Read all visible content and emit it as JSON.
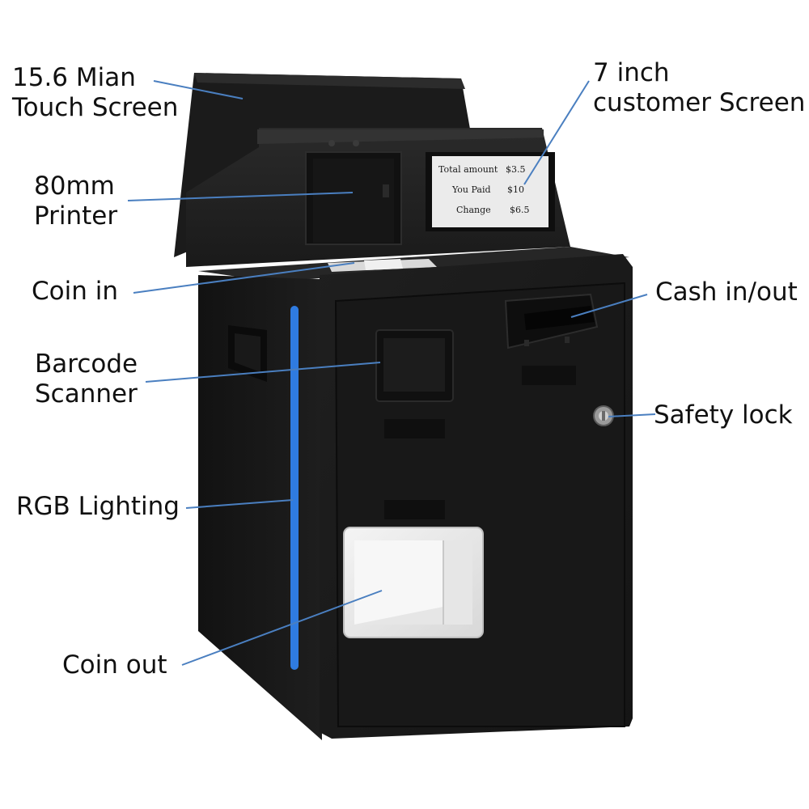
{
  "labels": {
    "main_screen": [
      "15.6 Mian",
      "Touch Screen"
    ],
    "customer_screen": [
      "7 inch",
      "customer Screen"
    ],
    "printer": [
      "80mm",
      "Printer"
    ],
    "coin_in": "Coin in",
    "cash_in_out": "Cash in/out",
    "barcode_scanner": [
      "Barcode",
      "Scanner"
    ],
    "safety_lock": "Safety lock",
    "rgb_lighting": "RGB Lighting",
    "coin_out": "Coin out"
  },
  "customer_display": {
    "rows": [
      {
        "label": "Total  amount",
        "value": "$3.5"
      },
      {
        "label": "You Paid",
        "value": "$10"
      },
      {
        "label": "Change",
        "value": "$6.5"
      }
    ]
  },
  "colors": {
    "leader_line": "#4a7fc0",
    "rgb_strip": "#2f7be0",
    "body": "#141414"
  }
}
